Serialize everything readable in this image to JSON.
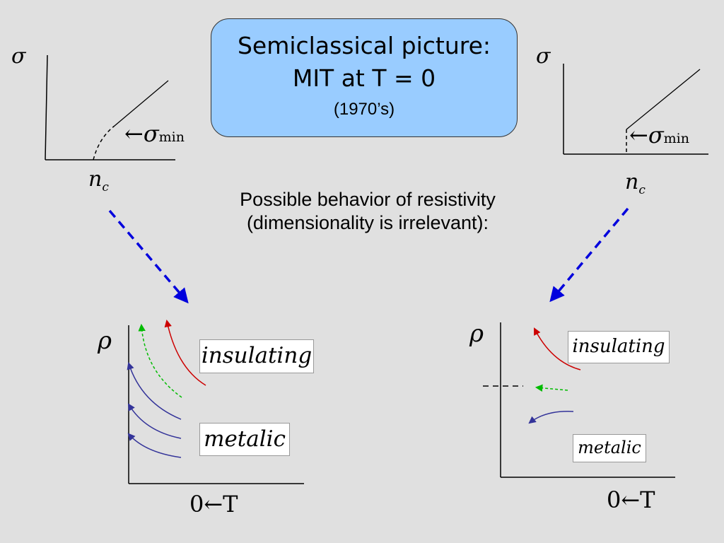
{
  "title": {
    "line1": "Semiclassical picture:",
    "line2": "MIT at T = 0",
    "line3": "(1970’s)"
  },
  "description": {
    "line1": "Possible behavior of resistivity",
    "line2": "(dimensionality is irrelevant):"
  },
  "top_left_plot": {
    "y_symbol": "σ",
    "x_label": "n",
    "x_sub": "c",
    "annotation": "←σ",
    "annotation_sub": "min"
  },
  "top_right_plot": {
    "y_symbol": "σ",
    "x_label": "n",
    "x_sub": "c",
    "annotation": "←σ",
    "annotation_sub": "min"
  },
  "bottom_left_plot": {
    "y_symbol": "ρ",
    "x_label": "0←T",
    "insulating_label": "insulating",
    "metallic_label": "metalic"
  },
  "bottom_right_plot": {
    "y_symbol": "ρ",
    "x_label": "0←T",
    "insulating_label": "insulating",
    "metallic_label": "metalic"
  },
  "colors": {
    "insulating_curve": "#cc0000",
    "critical_curve": "#00bb00",
    "metallic_curve": "#333399",
    "arrow": "#0000dd",
    "title_box": "#99ccff",
    "background": "#e0e0e0"
  }
}
